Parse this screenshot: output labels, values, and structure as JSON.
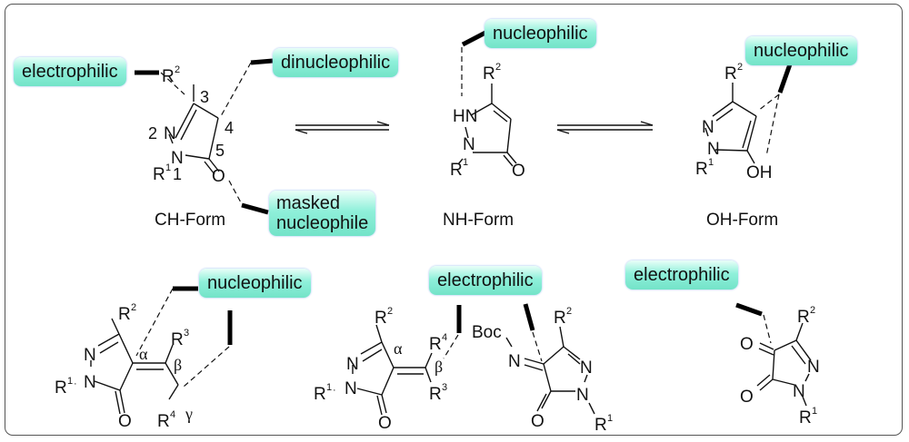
{
  "labels": {
    "ch_electrophilic": "electrophilic",
    "ch_dinucleophilic": "dinucleophilic",
    "ch_masked_1": "masked",
    "ch_masked_2": "nucleophile",
    "nh_nucleophilic": "nucleophilic",
    "oh_nucleophilic": "nucleophilic",
    "b1_nucleophilic": "nucleophilic",
    "b2_electrophilic": "electrophilic",
    "b3_electrophilic": "electrophilic"
  },
  "captions": {
    "ch": "CH-Form",
    "nh": "NH-Form",
    "oh": "OH-Form"
  },
  "atoms": {
    "N": "N",
    "HN": "HN",
    "O": "O",
    "OH": "OH",
    "R": "R",
    "Boc": "Boc",
    "sup1": "1",
    "sup2": "2",
    "sup3": "3",
    "sup4": "4",
    "dot": "·"
  },
  "ring_numbers": {
    "n1": "1",
    "n2": "2",
    "n3": "3",
    "n4": "4",
    "n5": "5"
  },
  "greek": {
    "alpha": "α",
    "beta": "β",
    "gamma": "γ"
  },
  "colors": {
    "label_fill": "#7de8cf",
    "ink": "#111111",
    "frame": "#555555"
  }
}
